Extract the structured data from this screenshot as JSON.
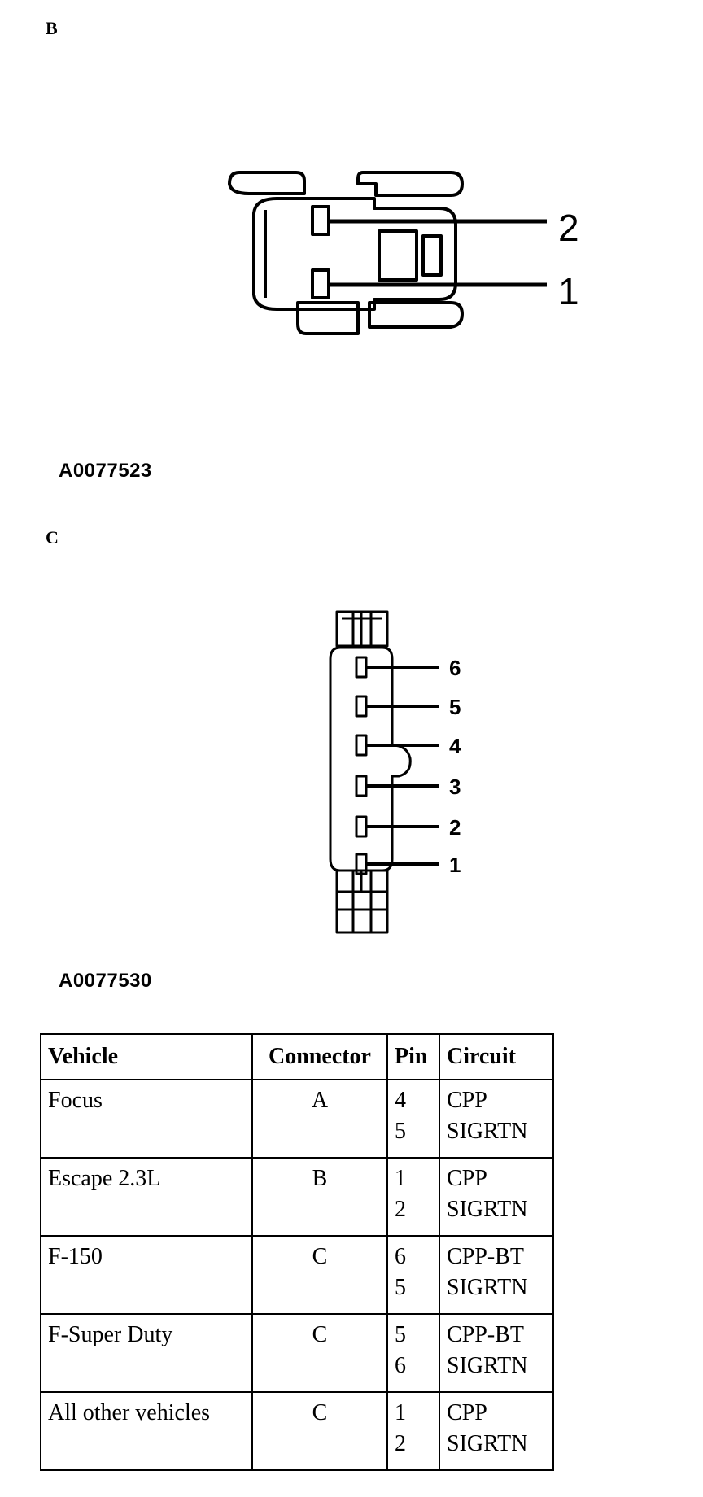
{
  "section_b": {
    "letter": "B",
    "figure_code": "A0077523",
    "pin_labels": [
      "2",
      "1"
    ]
  },
  "section_c": {
    "letter": "C",
    "figure_code": "A0077530",
    "pin_labels": [
      "6",
      "5",
      "4",
      "3",
      "2",
      "1"
    ]
  },
  "table": {
    "headers": {
      "vehicle": "Vehicle",
      "connector": "Connector",
      "pin": "Pin",
      "circuit": "Circuit"
    },
    "rows": [
      {
        "vehicle": "Focus",
        "connector": "A",
        "pins": [
          "4",
          "5"
        ],
        "circuits": [
          "CPP",
          "SIGRTN"
        ]
      },
      {
        "vehicle": "Escape 2.3L",
        "connector": "B",
        "pins": [
          "1",
          "2"
        ],
        "circuits": [
          "CPP",
          "SIGRTN"
        ]
      },
      {
        "vehicle": "F-150",
        "connector": "C",
        "pins": [
          "6",
          "5"
        ],
        "circuits": [
          "CPP-BT",
          "SIGRTN"
        ]
      },
      {
        "vehicle": "F-Super Duty",
        "connector": "C",
        "pins": [
          "5",
          "6"
        ],
        "circuits": [
          "CPP-BT",
          "SIGRTN"
        ]
      },
      {
        "vehicle": "All other vehicles",
        "connector": "C",
        "pins": [
          "1",
          "2"
        ],
        "circuits": [
          "CPP",
          "SIGRTN"
        ]
      }
    ]
  }
}
